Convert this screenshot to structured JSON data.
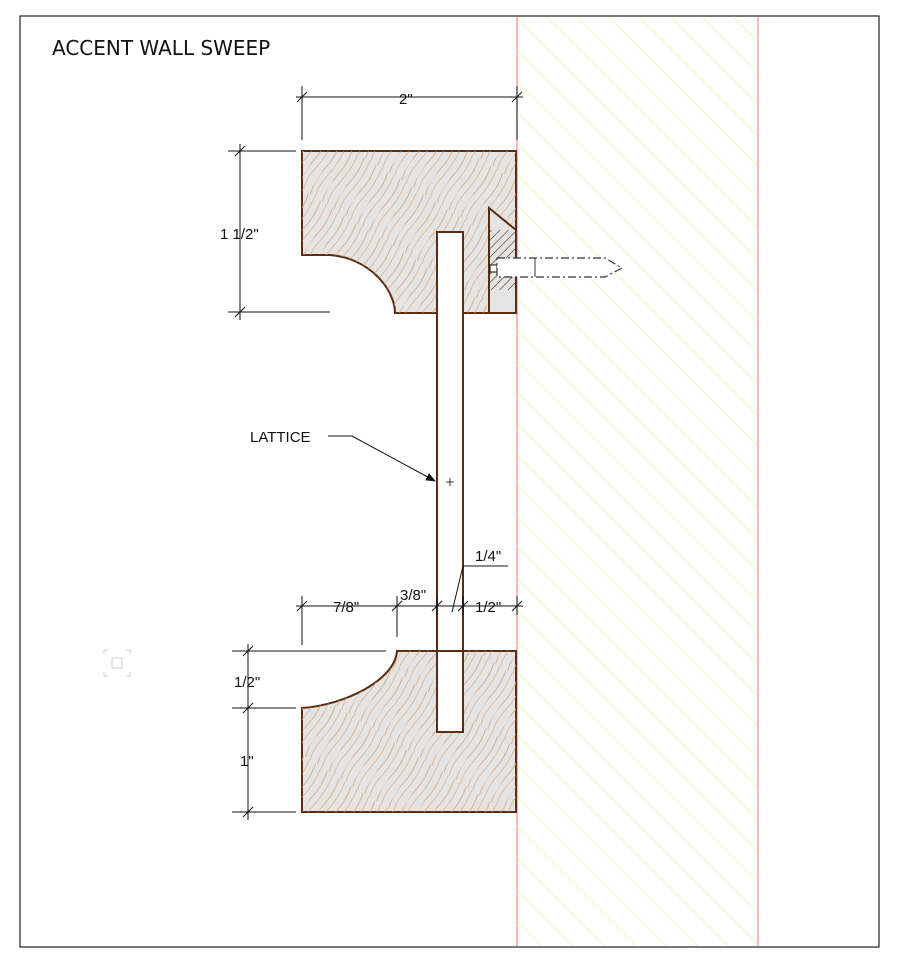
{
  "title": "ACCENT WALL SWEEP",
  "callouts": {
    "lattice": "LATTICE"
  },
  "dimensions": {
    "top_width": "2\"",
    "top_height": "1 1/2\"",
    "lattice_thickness": "1/4\"",
    "bottom_overhang": "7/8\"",
    "cove_offset": "3/8\"",
    "wall_gap": "1/2\"",
    "cove_height": "1/2\"",
    "bottom_height": "1\""
  },
  "colors": {
    "frame": "#222222",
    "wood_outline": "#5a2c12",
    "wood_fill": "#e4e4e4",
    "wood_grain": "#d8a070",
    "wall_hatch": "#f2ee8a",
    "wall_edge": "#f08a8a",
    "dimension": "#111111"
  },
  "icons": {
    "nail": "nail-icon",
    "center_mark": "center-mark-icon"
  }
}
